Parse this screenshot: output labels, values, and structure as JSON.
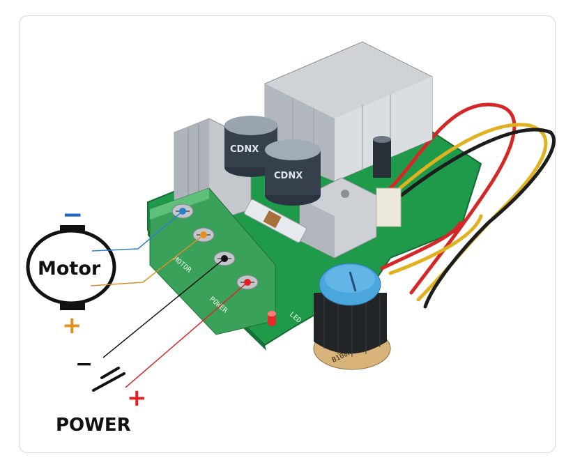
{
  "labels": {
    "motor": "Motor",
    "power": "POWER",
    "motor_minus": "−",
    "motor_plus": "+",
    "power_minus": "−",
    "power_plus": "+"
  },
  "board_text": {
    "silk_motor": "MOTOR",
    "silk_power": "POWER",
    "silk_led": "LED",
    "cap_brand": "CDNX",
    "pot_value": "B100K"
  },
  "colors": {
    "pcb": "#1f9a4a",
    "terminal": "#3aa15a",
    "heatsink": "#c9cdd2",
    "knob_cap": "#4aa6dc",
    "wire_blue": "#2a7fc9",
    "wire_orange": "#d8922a",
    "wire_black": "#111111",
    "wire_red": "#d62a2a",
    "plus_orange": "#e8901e",
    "plus_red": "#e02020",
    "minus_blue": "#1e62c8"
  }
}
